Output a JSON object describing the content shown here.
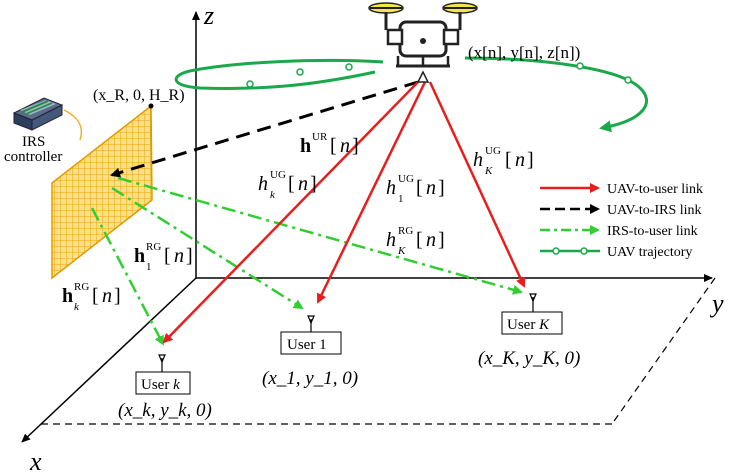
{
  "axes": {
    "z": "z",
    "y": "y",
    "x": "x"
  },
  "uav": {
    "position_label": "(x[n], y[n], z[n])",
    "colors": {
      "body": "#1a1a1a",
      "rotor": "#f2e64a"
    }
  },
  "irs": {
    "position_label": "(x_R, 0, H_R)",
    "controller_label_line1": "IRS",
    "controller_label_line2": "controller",
    "color": "#f5b21a"
  },
  "users": [
    {
      "id": "k",
      "box_label_prefix": "User ",
      "box_label_var": "k",
      "coord_label": "(x_k, y_k, 0)"
    },
    {
      "id": "1",
      "box_label_prefix": "User 1",
      "box_label_var": "",
      "coord_label": "(x_1, y_1, 0)"
    },
    {
      "id": "K",
      "box_label_prefix": "User ",
      "box_label_var": "K",
      "coord_label": "(x_K, y_K, 0)"
    }
  ],
  "channels": {
    "h_UR": "h^UR[n]",
    "h_k_UG": "h_k^UG[n]",
    "h_1_UG": "h_1^UG[n]",
    "h_K_UG": "h_K^UG[n]",
    "h_1_RG": "h_1^RG[n]",
    "h_K_RG": "h_K^RG[n]",
    "h_k_RG": "h_k^RG[n]"
  },
  "legend": [
    {
      "label": "UAV-to-user link",
      "style": "solid-arrow",
      "color": "#e81e1e"
    },
    {
      "label": "UAV-to-IRS link",
      "style": "dashed-arrow",
      "color": "#000000"
    },
    {
      "label": "IRS-to-user link",
      "style": "dashdot-arrow",
      "color": "#33cc33"
    },
    {
      "label": "UAV trajectory",
      "style": "circle-line",
      "color": "#1aa84a"
    }
  ]
}
